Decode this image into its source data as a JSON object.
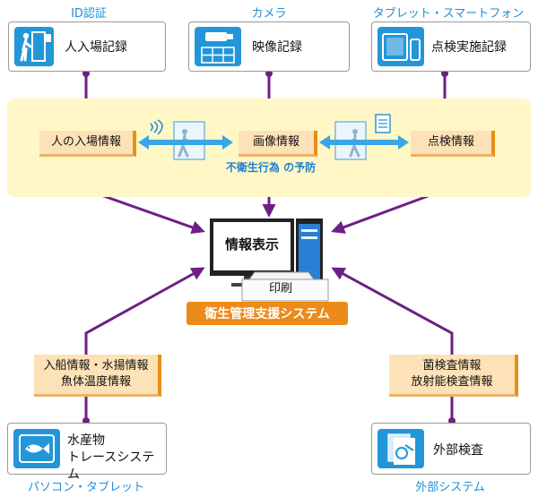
{
  "top_sources": [
    {
      "caption": "ID認証",
      "label": "人入場記録",
      "icon": "door-entry-icon"
    },
    {
      "caption": "カメラ",
      "label": "映像記録",
      "icon": "camera-monitor-icon"
    },
    {
      "caption": "タブレット・スマートフォン",
      "label": "点検実施記録",
      "icon": "tablet-phone-icon"
    }
  ],
  "info_band": {
    "tags": [
      "人の入場情報",
      "画像情報",
      "点検情報"
    ],
    "note": "不衛生行為 の予防"
  },
  "center": {
    "screen_text": "情報表示",
    "print_label": "印刷",
    "system_name": "衛生管理支援システム"
  },
  "bottom_left": {
    "tag_lines": [
      "入船情報・水揚情報",
      "魚体温度情報"
    ],
    "label_lines": [
      "水産物",
      "トレースシステム"
    ],
    "caption": "パソコン・タブレット",
    "icon": "fish-tablet-icon"
  },
  "bottom_right": {
    "tag_lines": [
      "菌検査情報",
      "放射能検査情報"
    ],
    "label": "外部検査",
    "caption": "外部システム",
    "icon": "documents-icon"
  },
  "colors": {
    "arrow_purple": "#6f1f83",
    "accent_blue": "#1f8fd8",
    "orange": "#ec8a1a",
    "band_yellow": "#fff7c6"
  }
}
